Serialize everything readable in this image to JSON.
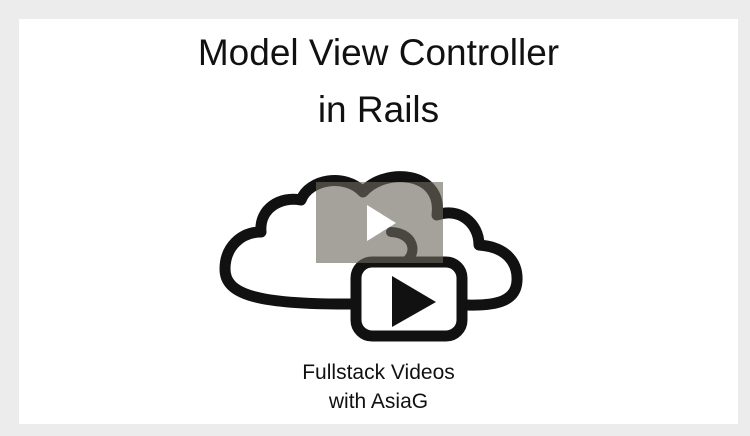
{
  "slide": {
    "title_line1": "Model View Controller",
    "title_line2": "in Rails",
    "caption_line1": "Fullstack Videos",
    "caption_line2": "with AsiaG"
  },
  "icons": {
    "artwork": "cloud-with-play-icon",
    "overlay": "play-icon"
  },
  "colors": {
    "frame_background": "#ececec",
    "slide_background": "#ffffff",
    "text": "#111111",
    "overlay": "#6e695f"
  }
}
